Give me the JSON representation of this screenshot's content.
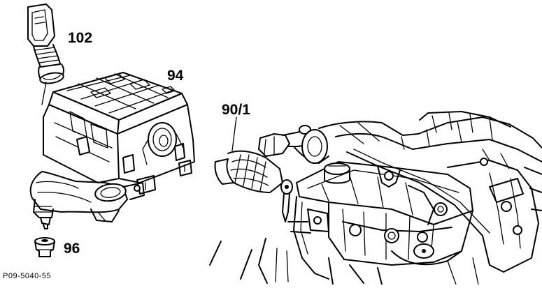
{
  "diagram": {
    "callouts": {
      "air_intake_duct": "102",
      "air_filter_housing": "94",
      "intake_hose": "90/1",
      "rubber_grommet": "96"
    },
    "figure_code": "P09-5040-55"
  }
}
